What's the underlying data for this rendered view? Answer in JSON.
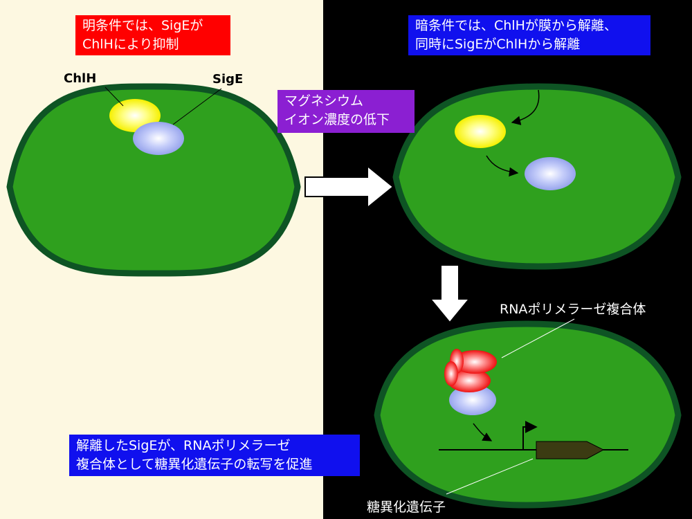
{
  "colors": {
    "left_bg": "#FDF8E1",
    "right_bg": "#000000",
    "cell_fill": "#2FA01E",
    "cell_border": "#0E5424",
    "red_box": "#FF0000",
    "blue_box": "#1010EE",
    "purple_box": "#8B1FD2",
    "chlh": "#FFFF33",
    "sige": "#A6B3F2",
    "rnap": "#F01010",
    "gene": "#3B3B12"
  },
  "icons": [
    "right-arrow-icon",
    "down-arrow-icon",
    "promoter-arrow-icon"
  ],
  "boxes": {
    "light_condition": [
      "明条件では、SigEが",
      "ChlHにより抑制"
    ],
    "dark_condition": [
      "暗条件では、ChlHが膜から解離、",
      "同時にSigEがChlHから解離"
    ],
    "magnesium": [
      "マグネシウム",
      "イオン濃度の低下"
    ],
    "transcription": [
      "解離したSigEが、RNAポリメラーゼ",
      "複合体として糖異化遺伝子の転写を促進"
    ]
  },
  "labels": {
    "chlh": "ChlH",
    "sige": "SigE",
    "rnap": "RNAポリメラーゼ複合体",
    "gene": "糖異化遺伝子"
  }
}
